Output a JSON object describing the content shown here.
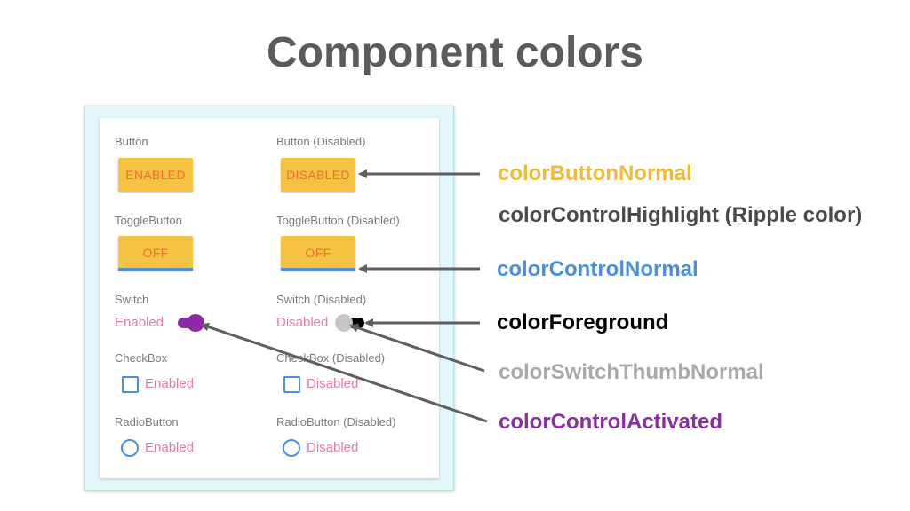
{
  "title": "Component colors",
  "panel": {
    "sections": {
      "button": {
        "label": "Button",
        "text": "ENABLED"
      },
      "button_disabled": {
        "label": "Button (Disabled)",
        "text": "DISABLED"
      },
      "toggle": {
        "label": "ToggleButton",
        "text": "OFF"
      },
      "toggle_disabled": {
        "label": "ToggleButton (Disabled)",
        "text": "OFF"
      },
      "switch": {
        "label": "Switch",
        "text": "Enabled"
      },
      "switch_disabled": {
        "label": "Switch (Disabled)",
        "text": "Disabled"
      },
      "checkbox": {
        "label": "CheckBox",
        "text": "Enabled"
      },
      "checkbox_disabled": {
        "label": "CheckBox (Disabled)",
        "text": "Disabled"
      },
      "radio": {
        "label": "RadioButton",
        "text": "Enabled"
      },
      "radio_disabled": {
        "label": "RadioButton (Disabled)",
        "text": "Disabled"
      }
    }
  },
  "callouts": {
    "color_button_normal": "colorButtonNormal",
    "color_control_highlight": "colorControlHighlight (Ripple color)",
    "color_control_normal": "colorControlNormal",
    "color_foreground": "colorForeground",
    "color_switch_thumb_normal": "colorSwitchThumbNormal",
    "color_control_activated": "colorControlActivated"
  },
  "colors": {
    "title": "#5b5b5b",
    "button_fill": "#f5c242",
    "button_text": "#ee6e39",
    "control_normal": "#4a8ede",
    "value_text": "#e87aa5",
    "control_activated": "#8e2aa8",
    "switch_thumb_normal": "#c6c6c6",
    "foreground": "#000000",
    "callout_button_normal": "#f0b93a",
    "callout_control_highlight": "#4a4a4a",
    "callout_control_normal": "#4a8ede",
    "callout_foreground": "#000000",
    "callout_switch_thumb": "#a9a9a9",
    "callout_control_activated": "#8a2fa0",
    "arrow": "#5f5f5f",
    "panel_bg": "#e3f7f8"
  }
}
